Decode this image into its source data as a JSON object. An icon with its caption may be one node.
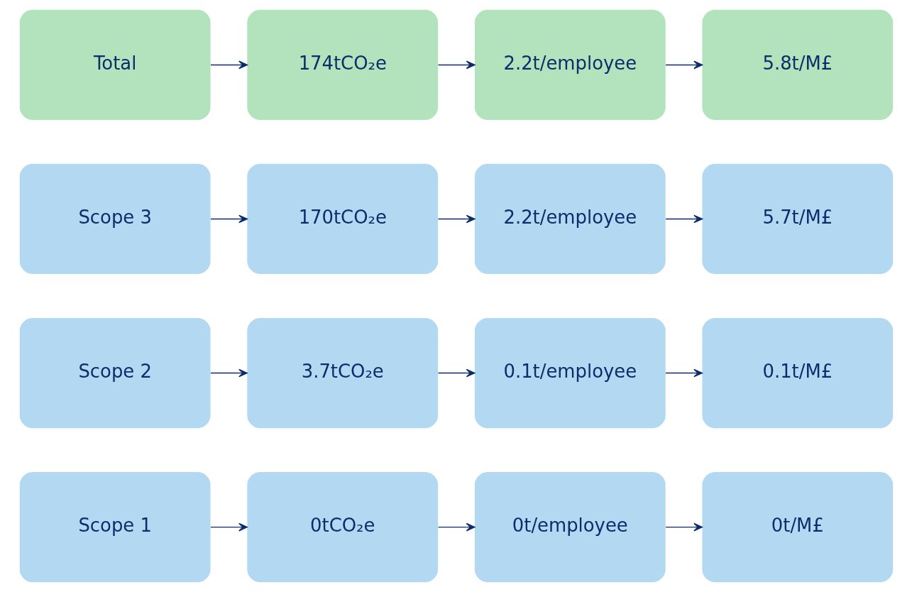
{
  "diagram": {
    "nodes": [
      {
        "text": [
          "Scope 1"
        ]
      },
      {
        "text": [
          "0tCO₂e"
        ]
      },
      {
        "text": [
          "0t/employee"
        ]
      },
      {
        "text": [
          "0t/M£"
        ]
      },
      {
        "text": [
          "Scope 2"
        ]
      },
      {
        "text": [
          "3.7tCO₂e"
        ]
      },
      {
        "text": [
          "0.1t/employee"
        ]
      },
      {
        "text": [
          "0.1t/M£"
        ]
      },
      {
        "text": [
          "Scope 3"
        ]
      },
      {
        "text": [
          "170tCO₂e"
        ]
      },
      {
        "text": [
          "2.2t/employee"
        ]
      },
      {
        "text": [
          "5.7t/M£"
        ]
      },
      {
        "text": [
          "Total"
        ]
      },
      {
        "text": [
          "174tCO₂e"
        ]
      },
      {
        "text": [
          "2.2t/employee"
        ]
      },
      {
        "text": [
          "5.8t/M£"
        ]
      }
    ],
    "edges": [
      {
        "from": 0,
        "to": 1,
        "arrow": "to"
      },
      {
        "from": 1,
        "to": 2,
        "arrow": "to"
      },
      {
        "from": 2,
        "to": 3,
        "arrow": "to"
      },
      {
        "from": 4,
        "to": 5,
        "arrow": "to"
      },
      {
        "from": 5,
        "to": 6,
        "arrow": "to"
      },
      {
        "from": 6,
        "to": 7,
        "arrow": "to"
      },
      {
        "from": 8,
        "to": 9,
        "arrow": "to"
      },
      {
        "from": 9,
        "to": 10,
        "arrow": "to"
      },
      {
        "from": 10,
        "to": 11,
        "arrow": "to"
      },
      {
        "from": 12,
        "to": 13,
        "arrow": "to"
      },
      {
        "from": 13,
        "to": 14,
        "arrow": "to"
      },
      {
        "from": 14,
        "to": 15,
        "arrow": "to"
      }
    ]
  }
}
